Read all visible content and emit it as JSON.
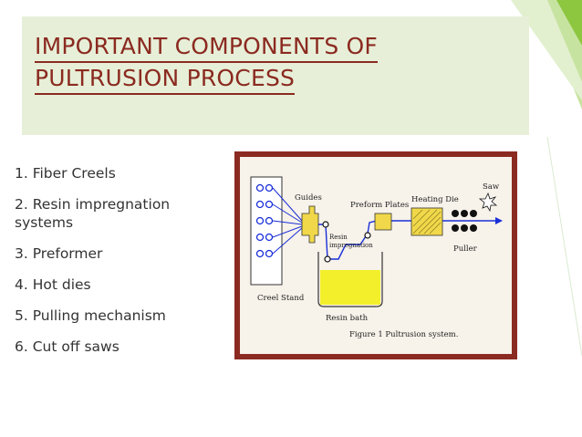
{
  "slide": {
    "title_line1": "IMPORTANT COMPONENTS OF",
    "title_line2": "PULTRUSION PROCESS"
  },
  "components": [
    {
      "label": "1. Fiber Creels"
    },
    {
      "label": "2. Resin impregnation systems"
    },
    {
      "label": "3. Preformer"
    },
    {
      "label": "4. Hot dies"
    },
    {
      "label": "5. Pulling mechanism"
    },
    {
      "label": "6. Cut off saws"
    }
  ],
  "diagram": {
    "creel_stand": "Creel Stand",
    "guides": "Guides",
    "resin_impregnation_line1": "Resin",
    "resin_impregnation_line2": "impregnation",
    "preform_plates": "Preform Plates",
    "heating_die": "Heating Die",
    "saw": "Saw",
    "puller": "Puller",
    "resin_bath": "Resin bath",
    "caption": "Figure 1 Pultrusion system."
  },
  "colors": {
    "title": "#8b2a20",
    "title_box": "#e7efd8",
    "accent_green": "#8dc63f",
    "frame": "#8b2a20",
    "fiber": "#1a2fd8",
    "resin": "#f3ef2a",
    "die": "#f0d84a"
  }
}
